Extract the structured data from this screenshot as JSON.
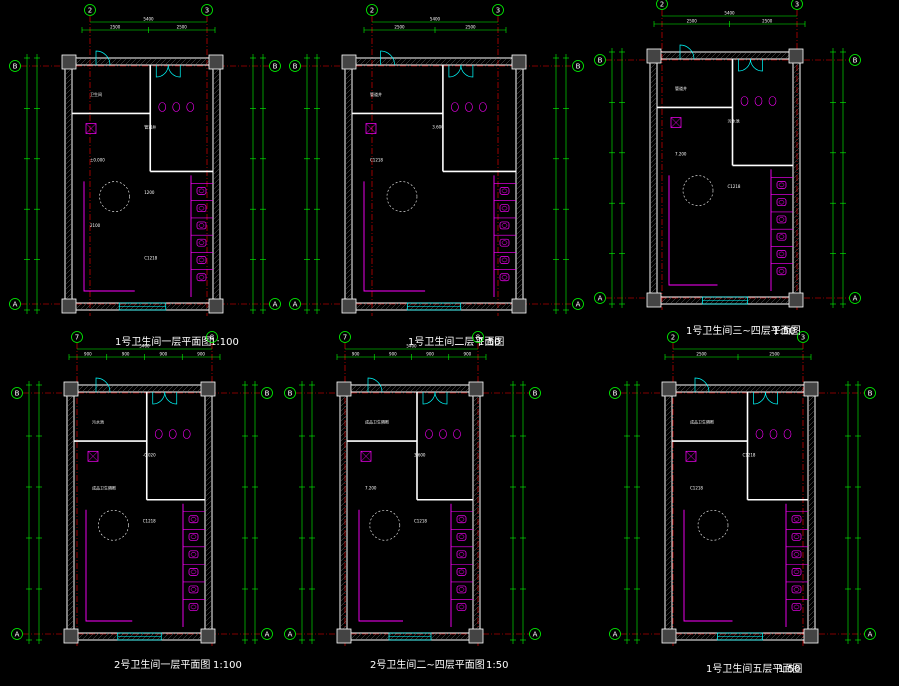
{
  "drawing": {
    "background": "#000000",
    "colors": {
      "wall": "#ffffff",
      "hatch": "#808080",
      "fixture": "#ff00ff",
      "dimension": "#00ff00",
      "axis": "#ff0000",
      "door": "#00ffff",
      "window": "#00ffff"
    },
    "panels": [
      {
        "id": "p1",
        "title": "1号卫生间一层平面图",
        "scale": "1:100",
        "grid_top": [
          "2",
          "3"
        ],
        "grid_side": [
          "B",
          "A"
        ],
        "overall_dim": "5400",
        "sub_dims": [
          "2500",
          "2500"
        ],
        "labels": [
          "卫生间",
          "管道井",
          "±0.000",
          "1200",
          "2100",
          "C1218"
        ]
      },
      {
        "id": "p2",
        "title": "1号卫生间二层平面图",
        "scale": "1:50",
        "grid_top": [
          "2",
          "3"
        ],
        "grid_side": [
          "B",
          "A"
        ],
        "overall_dim": "5400",
        "sub_dims": [
          "2500",
          "2500"
        ],
        "labels": [
          "管道井",
          "3.600",
          "C1218"
        ]
      },
      {
        "id": "p3",
        "title": "1号卫生间三~四层平面图",
        "scale": "1:50",
        "grid_top": [
          "2",
          "3"
        ],
        "grid_side": [
          "B",
          "A"
        ],
        "overall_dim": "5400",
        "sub_dims": [
          "2500",
          "2500"
        ],
        "labels": [
          "管道井",
          "污水池",
          "7.200",
          "C1218"
        ]
      },
      {
        "id": "p4",
        "title": "2号卫生间一层平面图",
        "scale": "1:100",
        "grid_top": [
          "7",
          "8"
        ],
        "grid_side": [
          "B",
          "A"
        ],
        "overall_dim": "5400",
        "sub_dims": [
          "900",
          "900",
          "900",
          "900"
        ],
        "labels": [
          "污水池",
          "-0.020",
          "成品卫生隔断",
          "C1218"
        ]
      },
      {
        "id": "p5",
        "title": "2号卫生间二~四层平面图",
        "scale": "1:50",
        "grid_top": [
          "7",
          "8"
        ],
        "grid_side": [
          "B",
          "A"
        ],
        "overall_dim": "5400",
        "sub_dims": [
          "900",
          "900",
          "900",
          "900"
        ],
        "labels": [
          "成品卫生隔断",
          "3.600",
          "7.200",
          "C1218"
        ]
      },
      {
        "id": "p6",
        "title": "1号卫生间五层平面图",
        "scale": "1:50",
        "grid_top": [
          "2",
          "3"
        ],
        "grid_side": [
          "B",
          "A"
        ],
        "overall_dim": "",
        "sub_dims": [
          "2500",
          "2500"
        ],
        "labels": [
          "成品卫生隔断",
          "C1218",
          "C1218"
        ]
      }
    ]
  }
}
